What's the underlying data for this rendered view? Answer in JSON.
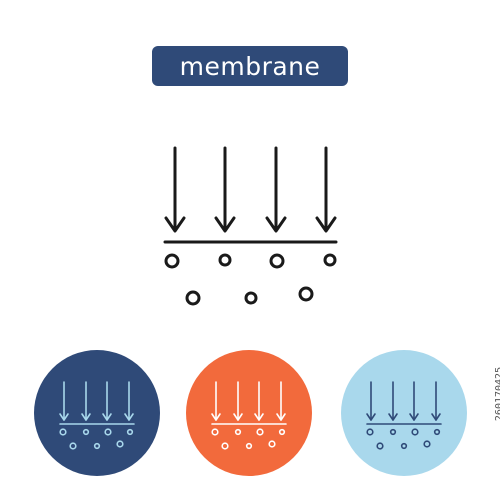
{
  "title": {
    "label": "membrane",
    "background": "#2f4a78",
    "text_color": "#ffffff"
  },
  "main_icon": {
    "icon": "membrane-filtration-icon",
    "stroke": "#1a1a1a",
    "arrows": 4,
    "upper_particles": 4,
    "lower_particles": 3
  },
  "variants": [
    {
      "name": "navy-circle",
      "background": "#2f4a78",
      "stroke": "#a9d8ec"
    },
    {
      "name": "orange-circle",
      "background": "#f26a3c",
      "stroke": "#ffffff"
    },
    {
      "name": "light-blue-circle",
      "background": "#a9d8ec",
      "stroke": "#2f4a78"
    }
  ],
  "stock_id": "260170425"
}
